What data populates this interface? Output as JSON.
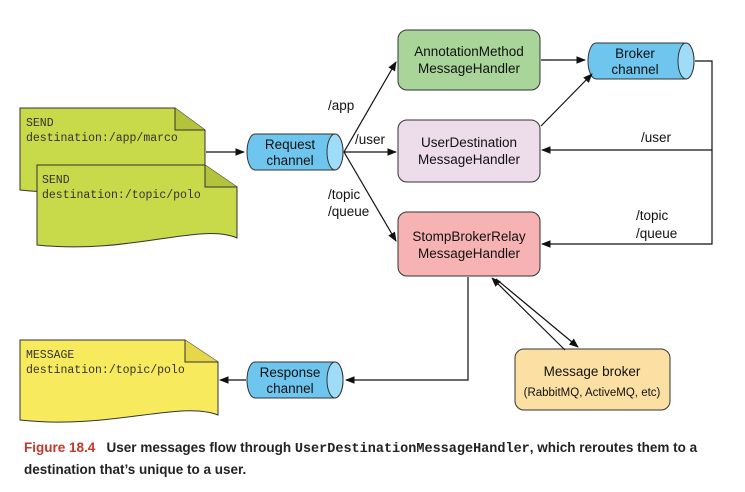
{
  "notes": {
    "send_app": {
      "line1": "SEND",
      "line2": "destination:/app/marco"
    },
    "send_topic": {
      "line1": "SEND",
      "line2": "destination:/topic/polo"
    },
    "message": {
      "line1": "MESSAGE",
      "line2": "destination:/topic/polo"
    }
  },
  "channels": {
    "request": {
      "line1": "Request",
      "line2": "channel"
    },
    "broker": {
      "line1": "Broker",
      "line2": "channel"
    },
    "response": {
      "line1": "Response",
      "line2": "channel"
    }
  },
  "handlers": {
    "annotation": {
      "line1": "AnnotationMethod",
      "line2": "MessageHandler"
    },
    "user_destination": {
      "line1": "UserDestination",
      "line2": "MessageHandler"
    },
    "broker_relay": {
      "line1": "StompBrokerRelay",
      "line2": "MessageHandler"
    }
  },
  "broker": {
    "line1": "Message broker",
    "line2": "(RabbitMQ, ActiveMQ, etc)"
  },
  "labels": {
    "app": "/app",
    "user_left": "/user",
    "topic_left": "/topic",
    "queue_left": "/queue",
    "user_right": "/user",
    "topic_right": "/topic",
    "queue_right": "/queue"
  },
  "caption": {
    "figure": "Figure 18.4",
    "text_before": "User messages flow through ",
    "code": "UserDestinationMessageHandler",
    "text_after": ", which reroutes them to a destination that’s unique to a user."
  },
  "colors": {
    "note_green": "#c8d94a",
    "note_yellow": "#f7ea5c",
    "channel_blue": "#6ec6ef",
    "annotation_green": "#a9d59a",
    "user_dest_pink": "#eddcea",
    "relay_red": "#f7b3b3",
    "broker_orange": "#fce0a3",
    "figure_red": "#c0392b"
  }
}
